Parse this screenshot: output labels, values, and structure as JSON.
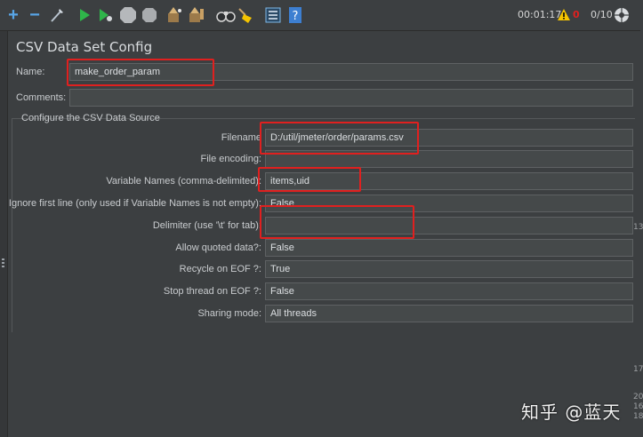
{
  "toolbar": {
    "buttons": [
      {
        "name": "add",
        "glyph": "+",
        "color": "#58a6e8"
      },
      {
        "name": "remove",
        "glyph": "−",
        "color": "#58a6e8"
      },
      {
        "name": "clear",
        "glyph": "⚟",
        "color": "#b9c4cf"
      },
      {
        "name": "start",
        "glyph": "▶",
        "color": "#2fb54a"
      },
      {
        "name": "start-no-pauses",
        "glyph": "▶",
        "color": "#2fb54a"
      },
      {
        "name": "stop",
        "glyph": "●",
        "color": "#b5b8bb"
      },
      {
        "name": "shutdown",
        "glyph": "●",
        "color": "#b5b8bb"
      },
      {
        "name": "clear-all",
        "glyph": "✿",
        "color": "#c8a26a"
      },
      {
        "name": "broom",
        "glyph": "✿",
        "color": "#c8a26a"
      },
      {
        "name": "search",
        "glyph": "⚭",
        "color": "#e0e0e0"
      },
      {
        "name": "reset-search",
        "glyph": "⚑",
        "color": "#f5c400"
      },
      {
        "name": "function-helper",
        "glyph": "☰",
        "color": "#7fb8e8"
      },
      {
        "name": "help",
        "glyph": "?",
        "color": "#ffffff"
      }
    ],
    "elapsed": "00:01:17",
    "warning_count": "0",
    "threads": "0/10"
  },
  "panel": {
    "title": "CSV Data Set Config",
    "name_label": "Name:",
    "name_value": "make_order_param",
    "comments_label": "Comments:",
    "comments_value": "",
    "group_title": "Configure the CSV Data Source"
  },
  "rows": [
    {
      "label": "Filename",
      "value": "D:/util/jmeter/order/params.csv"
    },
    {
      "label": "File encoding:",
      "value": ""
    },
    {
      "label": "Variable Names (comma-delimited):",
      "value": "items,uid"
    },
    {
      "label": "Ignore first line (only used if Variable Names is not empty):",
      "value": "False"
    },
    {
      "label": "Delimiter (use '\\t' for tab):",
      "value": ""
    },
    {
      "label": "Allow quoted data?:",
      "value": "False"
    },
    {
      "label": "Recycle on EOF ?:",
      "value": "True"
    },
    {
      "label": "Stop thread on EOF ?:",
      "value": "False"
    },
    {
      "label": "Sharing mode:",
      "value": "All threads"
    }
  ],
  "edge_numbers": [
    "13",
    "17",
    "20",
    "16",
    "18"
  ],
  "watermark": "知乎 @蓝天",
  "colors": {
    "highlight": "#e0201f",
    "run": "#2fb54a",
    "warning": "#f5c400"
  }
}
